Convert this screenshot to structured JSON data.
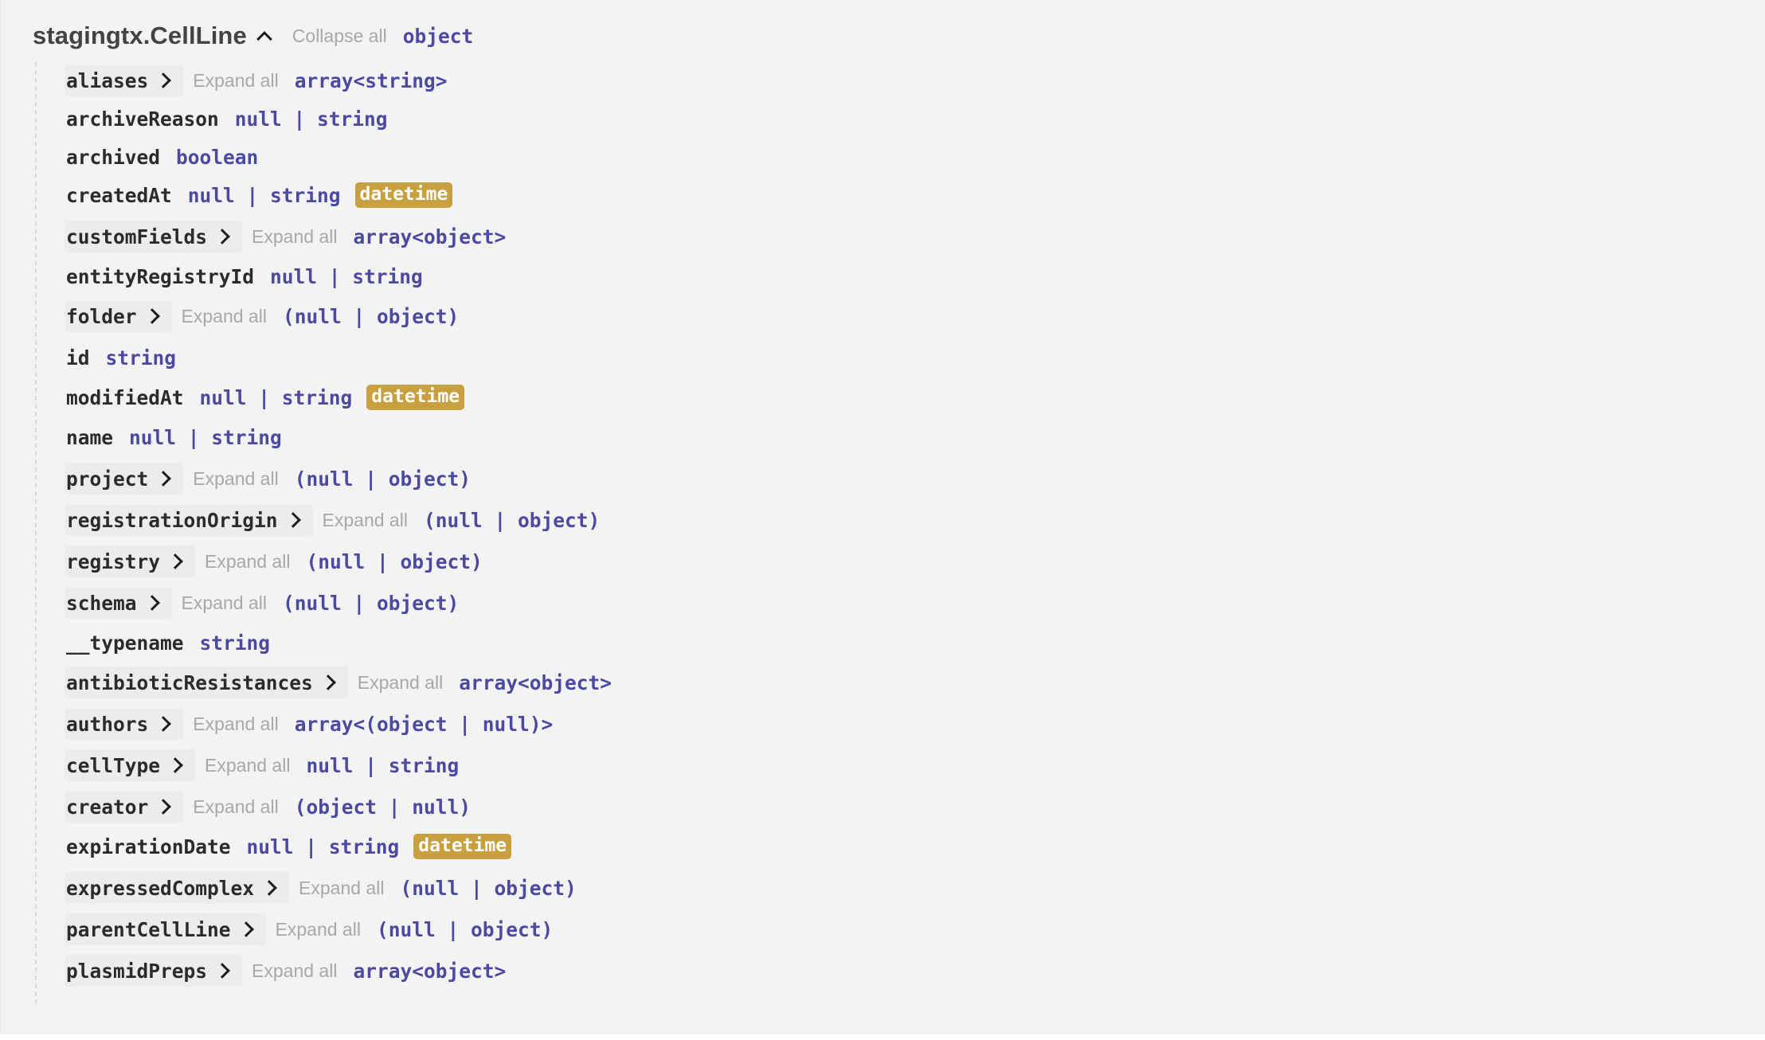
{
  "root": {
    "name": "stagingtx.CellLine",
    "collapse_label": "Collapse all",
    "type": "object"
  },
  "expand_label": "Expand all",
  "properties": [
    {
      "name": "aliases",
      "type": "array<string>",
      "expandable": true
    },
    {
      "name": "archiveReason",
      "type": "null | string",
      "expandable": false
    },
    {
      "name": "archived",
      "type": "boolean",
      "expandable": false
    },
    {
      "name": "createdAt",
      "type": "null | string",
      "expandable": false,
      "badge": "datetime"
    },
    {
      "name": "customFields",
      "type": "array<object>",
      "expandable": true
    },
    {
      "name": "entityRegistryId",
      "type": "null | string",
      "expandable": false
    },
    {
      "name": "folder",
      "type": "(null | object)",
      "expandable": true
    },
    {
      "name": "id",
      "type": "string",
      "expandable": false
    },
    {
      "name": "modifiedAt",
      "type": "null | string",
      "expandable": false,
      "badge": "datetime"
    },
    {
      "name": "name",
      "type": "null | string",
      "expandable": false
    },
    {
      "name": "project",
      "type": "(null | object)",
      "expandable": true
    },
    {
      "name": "registrationOrigin",
      "type": "(null | object)",
      "expandable": true
    },
    {
      "name": "registry",
      "type": "(null | object)",
      "expandable": true
    },
    {
      "name": "schema",
      "type": "(null | object)",
      "expandable": true
    },
    {
      "name": "__typename",
      "type": "string",
      "expandable": false
    },
    {
      "name": "antibioticResistances",
      "type": "array<object>",
      "expandable": true
    },
    {
      "name": "authors",
      "type": "array<(object | null)>",
      "expandable": true
    },
    {
      "name": "cellType",
      "type": "null | string",
      "expandable": true
    },
    {
      "name": "creator",
      "type": "(object | null)",
      "expandable": true
    },
    {
      "name": "expirationDate",
      "type": "null | string",
      "expandable": false,
      "badge": "datetime"
    },
    {
      "name": "expressedComplex",
      "type": "(null | object)",
      "expandable": true
    },
    {
      "name": "parentCellLine",
      "type": "(null | object)",
      "expandable": true
    },
    {
      "name": "plasmidPreps",
      "type": "array<object>",
      "expandable": true
    }
  ],
  "colors": {
    "type": "#4b4aa0",
    "property": "#2b2b2b",
    "muted": "#a8a8a8",
    "badge": "#c9a03f",
    "background": "#f3f3f3"
  },
  "icons": {
    "collapse": "chevron-up-icon",
    "expand": "chevron-right-icon"
  }
}
